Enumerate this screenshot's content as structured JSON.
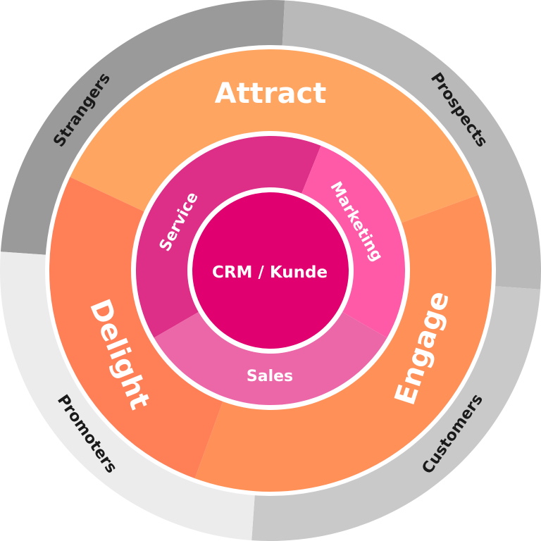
{
  "outer_ring": [
    {
      "label": "Strangers",
      "color": "#9a9a9a"
    },
    {
      "label": "Prospects",
      "color": "#b9b9b9"
    },
    {
      "label": "Customers",
      "color": "#c9c9c9"
    },
    {
      "label": "Promoters",
      "color": "#ececec"
    }
  ],
  "middle_ring": [
    {
      "label": "Attract",
      "color": "#ffa562"
    },
    {
      "label": "Engage",
      "color": "#ff9058"
    },
    {
      "label": "Delight",
      "color": "#ff7f57"
    }
  ],
  "inner_ring": [
    {
      "label": "Service",
      "color": "#dd2f87"
    },
    {
      "label": "Marketing",
      "color": "#ff5aa8"
    },
    {
      "label": "Sales",
      "color": "#ec67a8"
    }
  ],
  "center": {
    "label": "CRM / Kunde",
    "color": "#e0006f"
  }
}
